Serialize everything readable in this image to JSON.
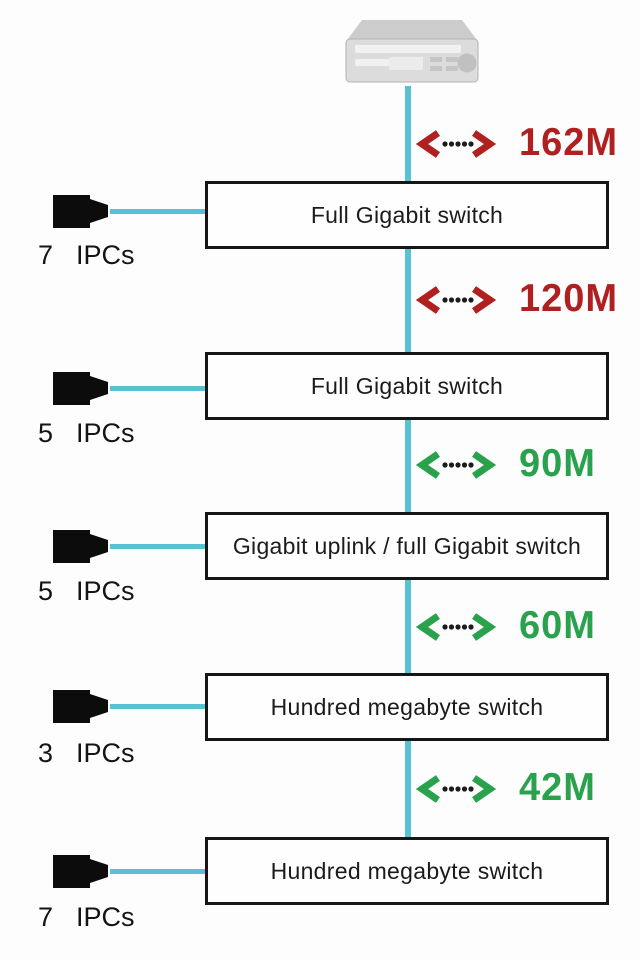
{
  "colors": {
    "cable": "#56c2d2",
    "red": "#b02020",
    "green": "#2aa24d",
    "box_border": "#161616",
    "camera": "#0c0c0c"
  },
  "recorder": {
    "icon": "nvr-recorder"
  },
  "links": [
    {
      "value": "162M",
      "color": "#b02020"
    },
    {
      "value": "120M",
      "color": "#b02020"
    },
    {
      "value": "90M",
      "color": "#2aa24d"
    },
    {
      "value": "60M",
      "color": "#2aa24d"
    },
    {
      "value": "42M",
      "color": "#2aa24d"
    }
  ],
  "switches": [
    {
      "label": "Full Gigabit switch",
      "ipc_count": "7",
      "ipc_unit": "IPCs"
    },
    {
      "label": "Full Gigabit switch",
      "ipc_count": "5",
      "ipc_unit": "IPCs"
    },
    {
      "label": "Gigabit uplink / full Gigabit switch",
      "ipc_count": "5",
      "ipc_unit": "IPCs"
    },
    {
      "label": "Hundred megabyte switch",
      "ipc_count": "3",
      "ipc_unit": "IPCs"
    },
    {
      "label": "Hundred megabyte switch",
      "ipc_count": "7",
      "ipc_unit": "IPCs"
    }
  ]
}
